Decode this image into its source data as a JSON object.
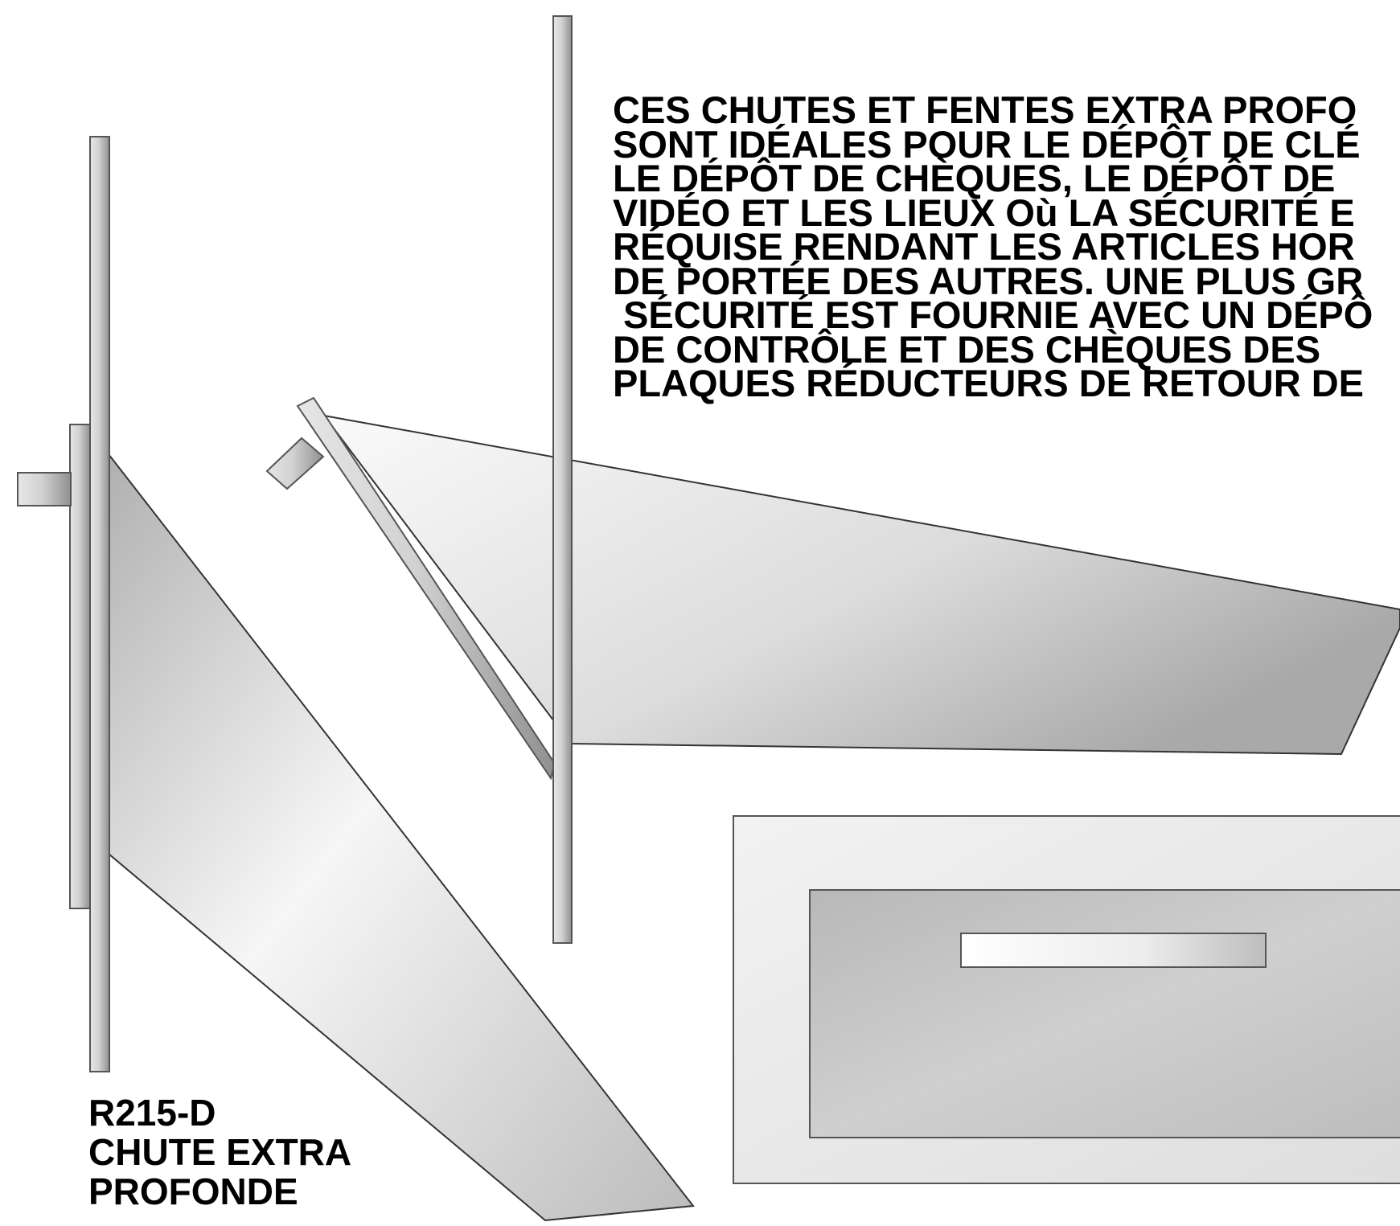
{
  "description": {
    "lines": [
      "CES CHUTES ET FENTES EXTRA PROFO",
      "SONT IDÉALES POUR LE DÉPÔT DE CLÉ",
      "LE DÉPÔT DE CHÈQUES, LE DÉPÔT DE",
      "VIDÉO ET LES LIEUX Où LA SÉCURITÉ E",
      "RÉQUISE RENDANT LES ARTICLES HOR",
      "DE PORTÉE DES AUTRES. UNE PLUS GR",
      " SÉCURITÉ EST FOURNIE AVEC UN DÉPÔ",
      "DE CONTRÔLE ET DES CHÈQUES DES",
      "PLAQUES RÉDUCTEURS DE RETOUR DE"
    ]
  },
  "product": {
    "code": "R215-D",
    "name_line1": "CHUTE EXTRA",
    "name_line2": "PROFONDE"
  },
  "colors": {
    "outline": "#333333",
    "bar_light": "#e6e6e6",
    "bar_dark": "#8f8f8f",
    "chute_light": "#fafafa",
    "chute_dark": "#a9a9a9",
    "plate_outer": "#e8e8e8",
    "plate_inner": "#c2c2c2",
    "slot": "#f4f4f4"
  }
}
